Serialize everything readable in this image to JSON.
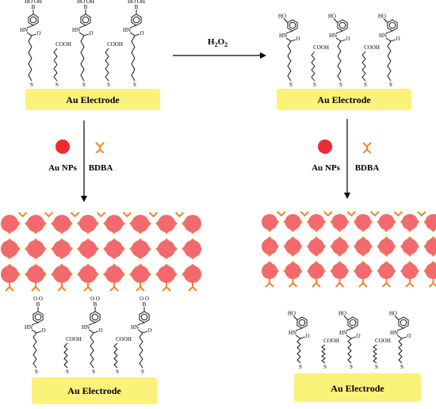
{
  "electrode": {
    "label": "Au Electrode",
    "color": "#fbf27a"
  },
  "labels": {
    "reagent": "H2O2",
    "reagent_main": "H",
    "reagent_sub1": "2",
    "reagent_mid": "O",
    "reagent_sub2": "2",
    "nanoparticle": "Au NPs",
    "linker": "BDBA"
  },
  "molecule_text": {
    "boronic_top": "B",
    "hydroxyls": "HO OH",
    "amide": "HN",
    "carbonyl": "O",
    "acid": "COOH",
    "thiol": "S",
    "phenol": "HO",
    "boronate_o": "O O"
  },
  "colors": {
    "nanoparticle": "#ee2a33",
    "linker": "#f0842a",
    "np_network": "#f26a6e"
  }
}
